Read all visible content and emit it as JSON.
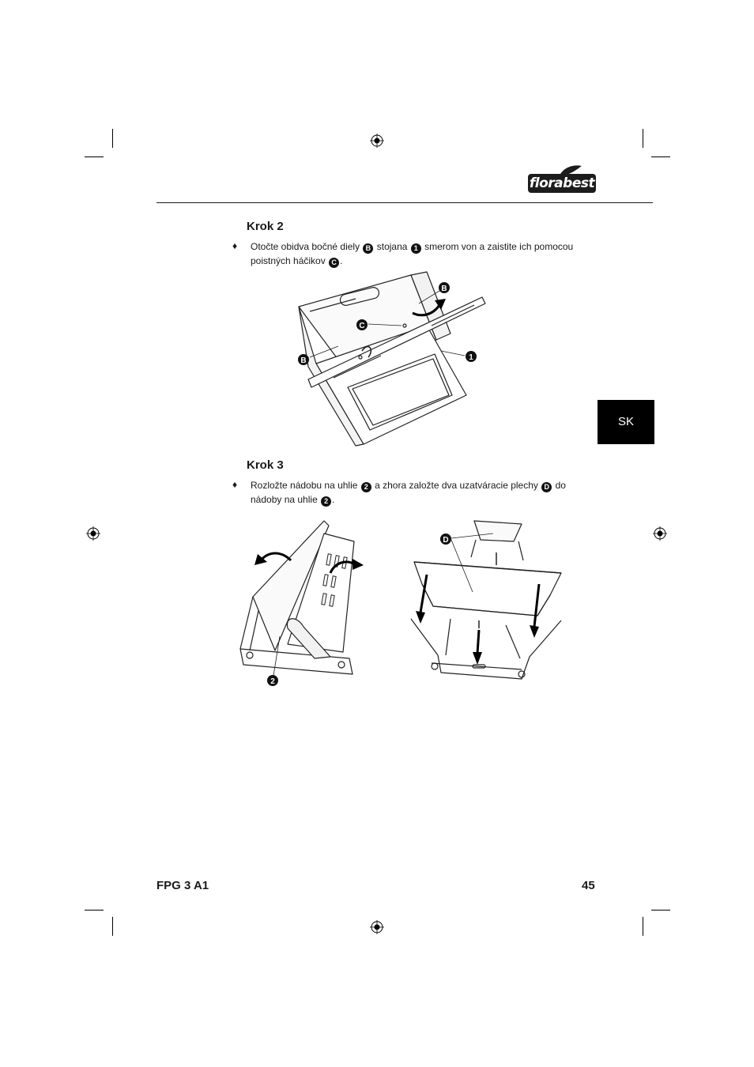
{
  "brand": {
    "logo_text": "florabest"
  },
  "language_tab": {
    "code": "SK"
  },
  "steps": [
    {
      "title": "Krok 2",
      "bullet": "♦",
      "instruction": {
        "p1": "Otočte obidva bočné diely ",
        "b1": "B",
        "p2": " stojana ",
        "b2": "1",
        "p3": " smerom von a zaistite ich pomocou poistných háčikov ",
        "b3": "C",
        "p4": "."
      },
      "callouts": [
        "B",
        "C",
        "B",
        "1"
      ]
    },
    {
      "title": "Krok 3",
      "bullet": "♦",
      "instruction": {
        "p1": "Rozložte nádobu na uhlie ",
        "b1": "2",
        "p2": " a zhora založte dva uzatváracie plechy ",
        "b2": "D",
        "p3": " do nádoby na uhlie ",
        "b3": "2",
        "p4": "."
      },
      "callouts": [
        "2",
        "D"
      ]
    }
  ],
  "footer": {
    "model": "FPG 3 A1",
    "page_number": "45"
  }
}
